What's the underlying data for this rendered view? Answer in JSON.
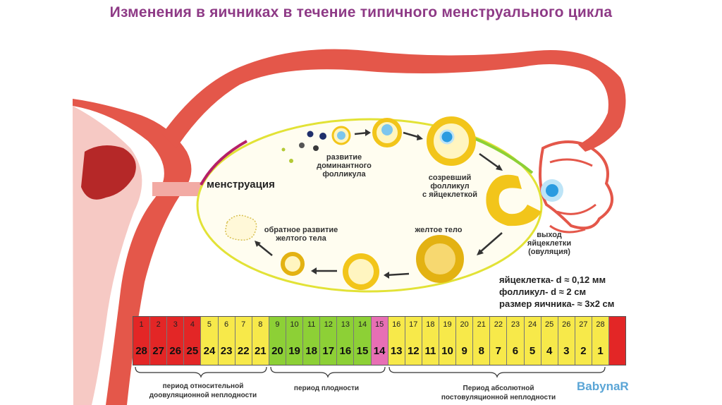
{
  "title": "Изменения в яичниках в течение типичного менструального цикла",
  "labels": {
    "menstruation": "менструация",
    "dominant": "развитие\nдоминантного\nфолликула",
    "mature": "созревший\nфолликул\nс яйцеклеткой",
    "ovulation": "выход\nяйцеклетки\n(овуляция)",
    "corpus": "желтое тело",
    "regress": "обратное развитие\nжелтого тела"
  },
  "sizes": [
    "яйцеклетка- d ≈ 0,12 мм",
    "фолликул- d ≈ 2 см",
    "размер яичника- ≈ 3х2 см"
  ],
  "cycle_days": [
    "1",
    "2",
    "3",
    "4",
    "5",
    "6",
    "7",
    "8",
    "9",
    "10",
    "11",
    "12",
    "13",
    "14",
    "15",
    "16",
    "17",
    "18",
    "19",
    "20",
    "21",
    "22",
    "23",
    "24",
    "25",
    "26",
    "27",
    "28",
    ""
  ],
  "days_to_ovulation": [
    "28",
    "27",
    "26",
    "25",
    "24",
    "23",
    "22",
    "21",
    "20",
    "19",
    "18",
    "17",
    "16",
    "15",
    "14",
    "13",
    "12",
    "11",
    "10",
    "9",
    "8",
    "7",
    "6",
    "5",
    "4",
    "3",
    "2",
    "1",
    ""
  ],
  "cell_colors": [
    "#e32626",
    "#e32626",
    "#e32626",
    "#e32626",
    "#f7e94a",
    "#f7e94a",
    "#f7e94a",
    "#f7e94a",
    "#8dd036",
    "#8dd036",
    "#8dd036",
    "#8dd036",
    "#8dd036",
    "#8dd036",
    "#e76fb4",
    "#f7e94a",
    "#f7e94a",
    "#f7e94a",
    "#f7e94a",
    "#f7e94a",
    "#f7e94a",
    "#f7e94a",
    "#f7e94a",
    "#f7e94a",
    "#f7e94a",
    "#f7e94a",
    "#f7e94a",
    "#f7e94a",
    "#e32626"
  ],
  "periods": {
    "relative": "период относительной\nдоовуляционной неплодности",
    "fertile": "период плодности",
    "absolute": "Период абсолютной\nпостовуляционной неплодности"
  },
  "logo": "BabynaR",
  "colors": {
    "title": "#8e3a86",
    "uterus": "#e4574a",
    "follicle": "#f2c51a",
    "egg": "#2a9be0"
  }
}
